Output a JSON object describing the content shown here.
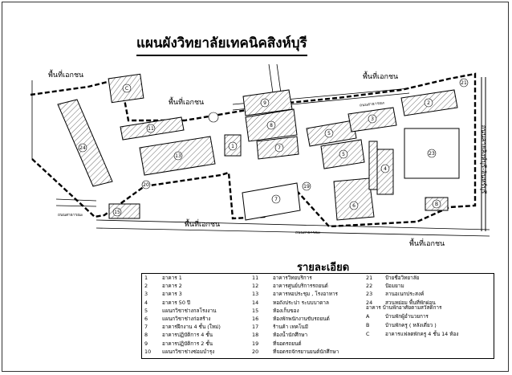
{
  "title": "แผนผังวิทยาลัยเทคนิคสิงห์บุรี",
  "area_labels": {
    "private_left": "พื้นที่เอกชน",
    "private_top_mid": "พื้นที่เอกชน",
    "private_top_right": "พื้นที่เอกชน",
    "private_bottom_mid": "พื้นที่เอกชน",
    "private_bottom_right": "พื้นที่เอกชน"
  },
  "road_labels": {
    "road_top": "ถนนสาธารณะ",
    "road_bottom": "ถนนสาธารณะ",
    "road_left": "ถนนสาธารณะ",
    "highway_right": "ถนนสายสิงห์บุรี-อินทร์บุรี"
  },
  "details_title": "รายละเอียด",
  "legend": {
    "col1": [
      {
        "num": "1",
        "label": "อาคาร 1"
      },
      {
        "num": "2",
        "label": "อาคาร 2"
      },
      {
        "num": "3",
        "label": "อาคาร 3"
      },
      {
        "num": "4",
        "label": "อาคาร 50 ปี"
      },
      {
        "num": "5",
        "label": "แผนกวิชาช่างกลโรงงาน"
      },
      {
        "num": "6",
        "label": "แผนกวิชาช่างก่อสร้าง"
      },
      {
        "num": "7",
        "label": "อาคารฝึกงาน 4 ชั้น (ใหม่)"
      },
      {
        "num": "8",
        "label": "อาคารปฏิบัติการ 4 ชั้น"
      },
      {
        "num": "9",
        "label": "อาคารปฏิบัติการ 2 ชั้น"
      },
      {
        "num": "10",
        "label": "แผนกวิชาช่างซ่อมบำรุง"
      }
    ],
    "col2": [
      {
        "num": "11",
        "label": "อาคารวิทยบริการ"
      },
      {
        "num": "12",
        "label": "อาคารศูนย์บริการรถยนต์"
      },
      {
        "num": "13",
        "label": "อาคารหอประชุม , โรงอาหาร"
      },
      {
        "num": "14",
        "label": "หอถังประปา ระบบบาดาล"
      },
      {
        "num": "15",
        "label": "ห้องเก็บของ"
      },
      {
        "num": "16",
        "label": "ห้องพักพนักงานขับรถยนต์"
      },
      {
        "num": "17",
        "label": "ร้านค้า เทคโนมี"
      },
      {
        "num": "18",
        "label": "ห้องน้ำนักศึกษา"
      },
      {
        "num": "19",
        "label": "ที่จอดรถยนต์"
      },
      {
        "num": "20",
        "label": "ที่จอดรถจักรยานยนต์นักศึกษา"
      }
    ],
    "col3": [
      {
        "num": "21",
        "label": "ป้ายชื่อวิทยาลัย"
      },
      {
        "num": "22",
        "label": "ป้อมยาม"
      },
      {
        "num": "23",
        "label": "ลานอเนกประสงค์"
      },
      {
        "num": "24",
        "label": "สวนหย่อม พื้นที่พักผ่อน"
      }
    ],
    "special_title": "อาคาร บ้านพักอาศัยตามสวัสดิการ",
    "special": [
      {
        "letter": "A",
        "label": "บ้านพักผู้อำนวยการ"
      },
      {
        "letter": "B",
        "label": "บ้านพักครู ( หลังเดี่ยว )"
      },
      {
        "letter": "C",
        "label": "อาคารแฟลตพักครู 4 ชั้น 14 ห้อง"
      }
    ]
  },
  "colors": {
    "boundary": "#000000",
    "building_fill": "#d8d8d8",
    "road": "#ffffff"
  }
}
